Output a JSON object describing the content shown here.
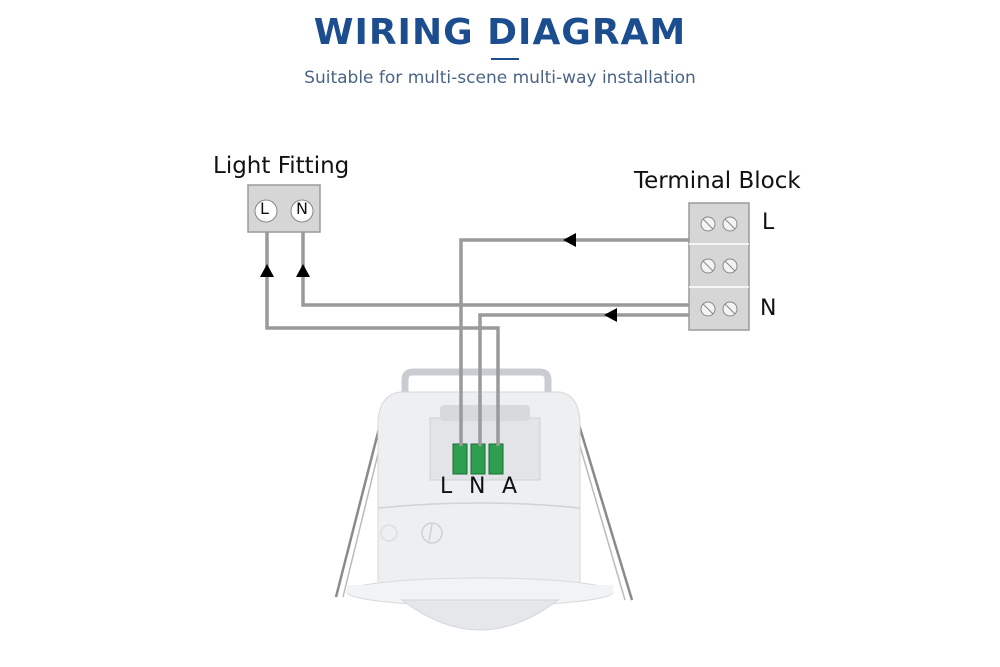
{
  "header": {
    "title": "WIRING DIAGRAM",
    "subtitle": "Suitable for multi-scene multi-way installation"
  },
  "light_fitting": {
    "label": "Light Fitting",
    "terminals": [
      "L",
      "N"
    ]
  },
  "terminal_block": {
    "label": "Terminal Block",
    "rows": [
      "L",
      "",
      "N"
    ]
  },
  "sensor": {
    "terminals": [
      "L",
      "N",
      "A"
    ],
    "terminal_color": "#2e9e4f"
  },
  "colors": {
    "title": "#1c4e8f",
    "subtitle": "#4a6487",
    "wire": "#9a9a9a",
    "box_fill": "#d6d6d6",
    "arrow": "#000000"
  }
}
